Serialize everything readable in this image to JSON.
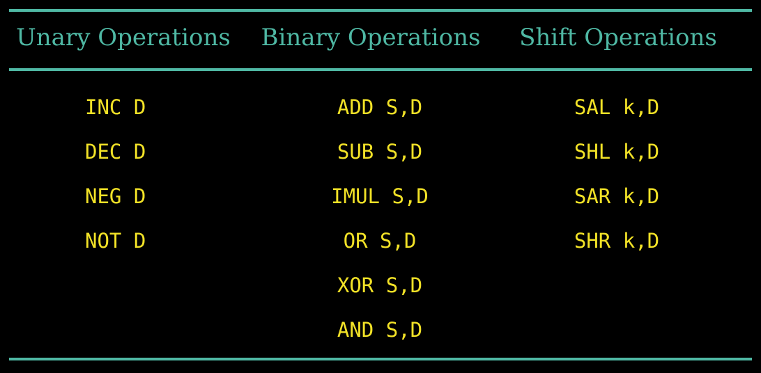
{
  "table": {
    "colors": {
      "rule": "#4fb8a4",
      "header": "#4fb8a4",
      "cell": "#f2e227",
      "background": "#000000"
    },
    "headers": [
      "Unary Operations",
      "Binary Operations",
      "Shift Operations"
    ],
    "columns": [
      [
        "INC D",
        "DEC D",
        "NEG D",
        "NOT D"
      ],
      [
        "ADD S,D",
        "SUB S,D",
        "IMUL S,D",
        "OR S,D",
        "XOR S,D",
        "AND S,D"
      ],
      [
        "SAL k,D",
        "SHL k,D",
        "SAR k,D",
        "SHR k,D"
      ]
    ]
  }
}
